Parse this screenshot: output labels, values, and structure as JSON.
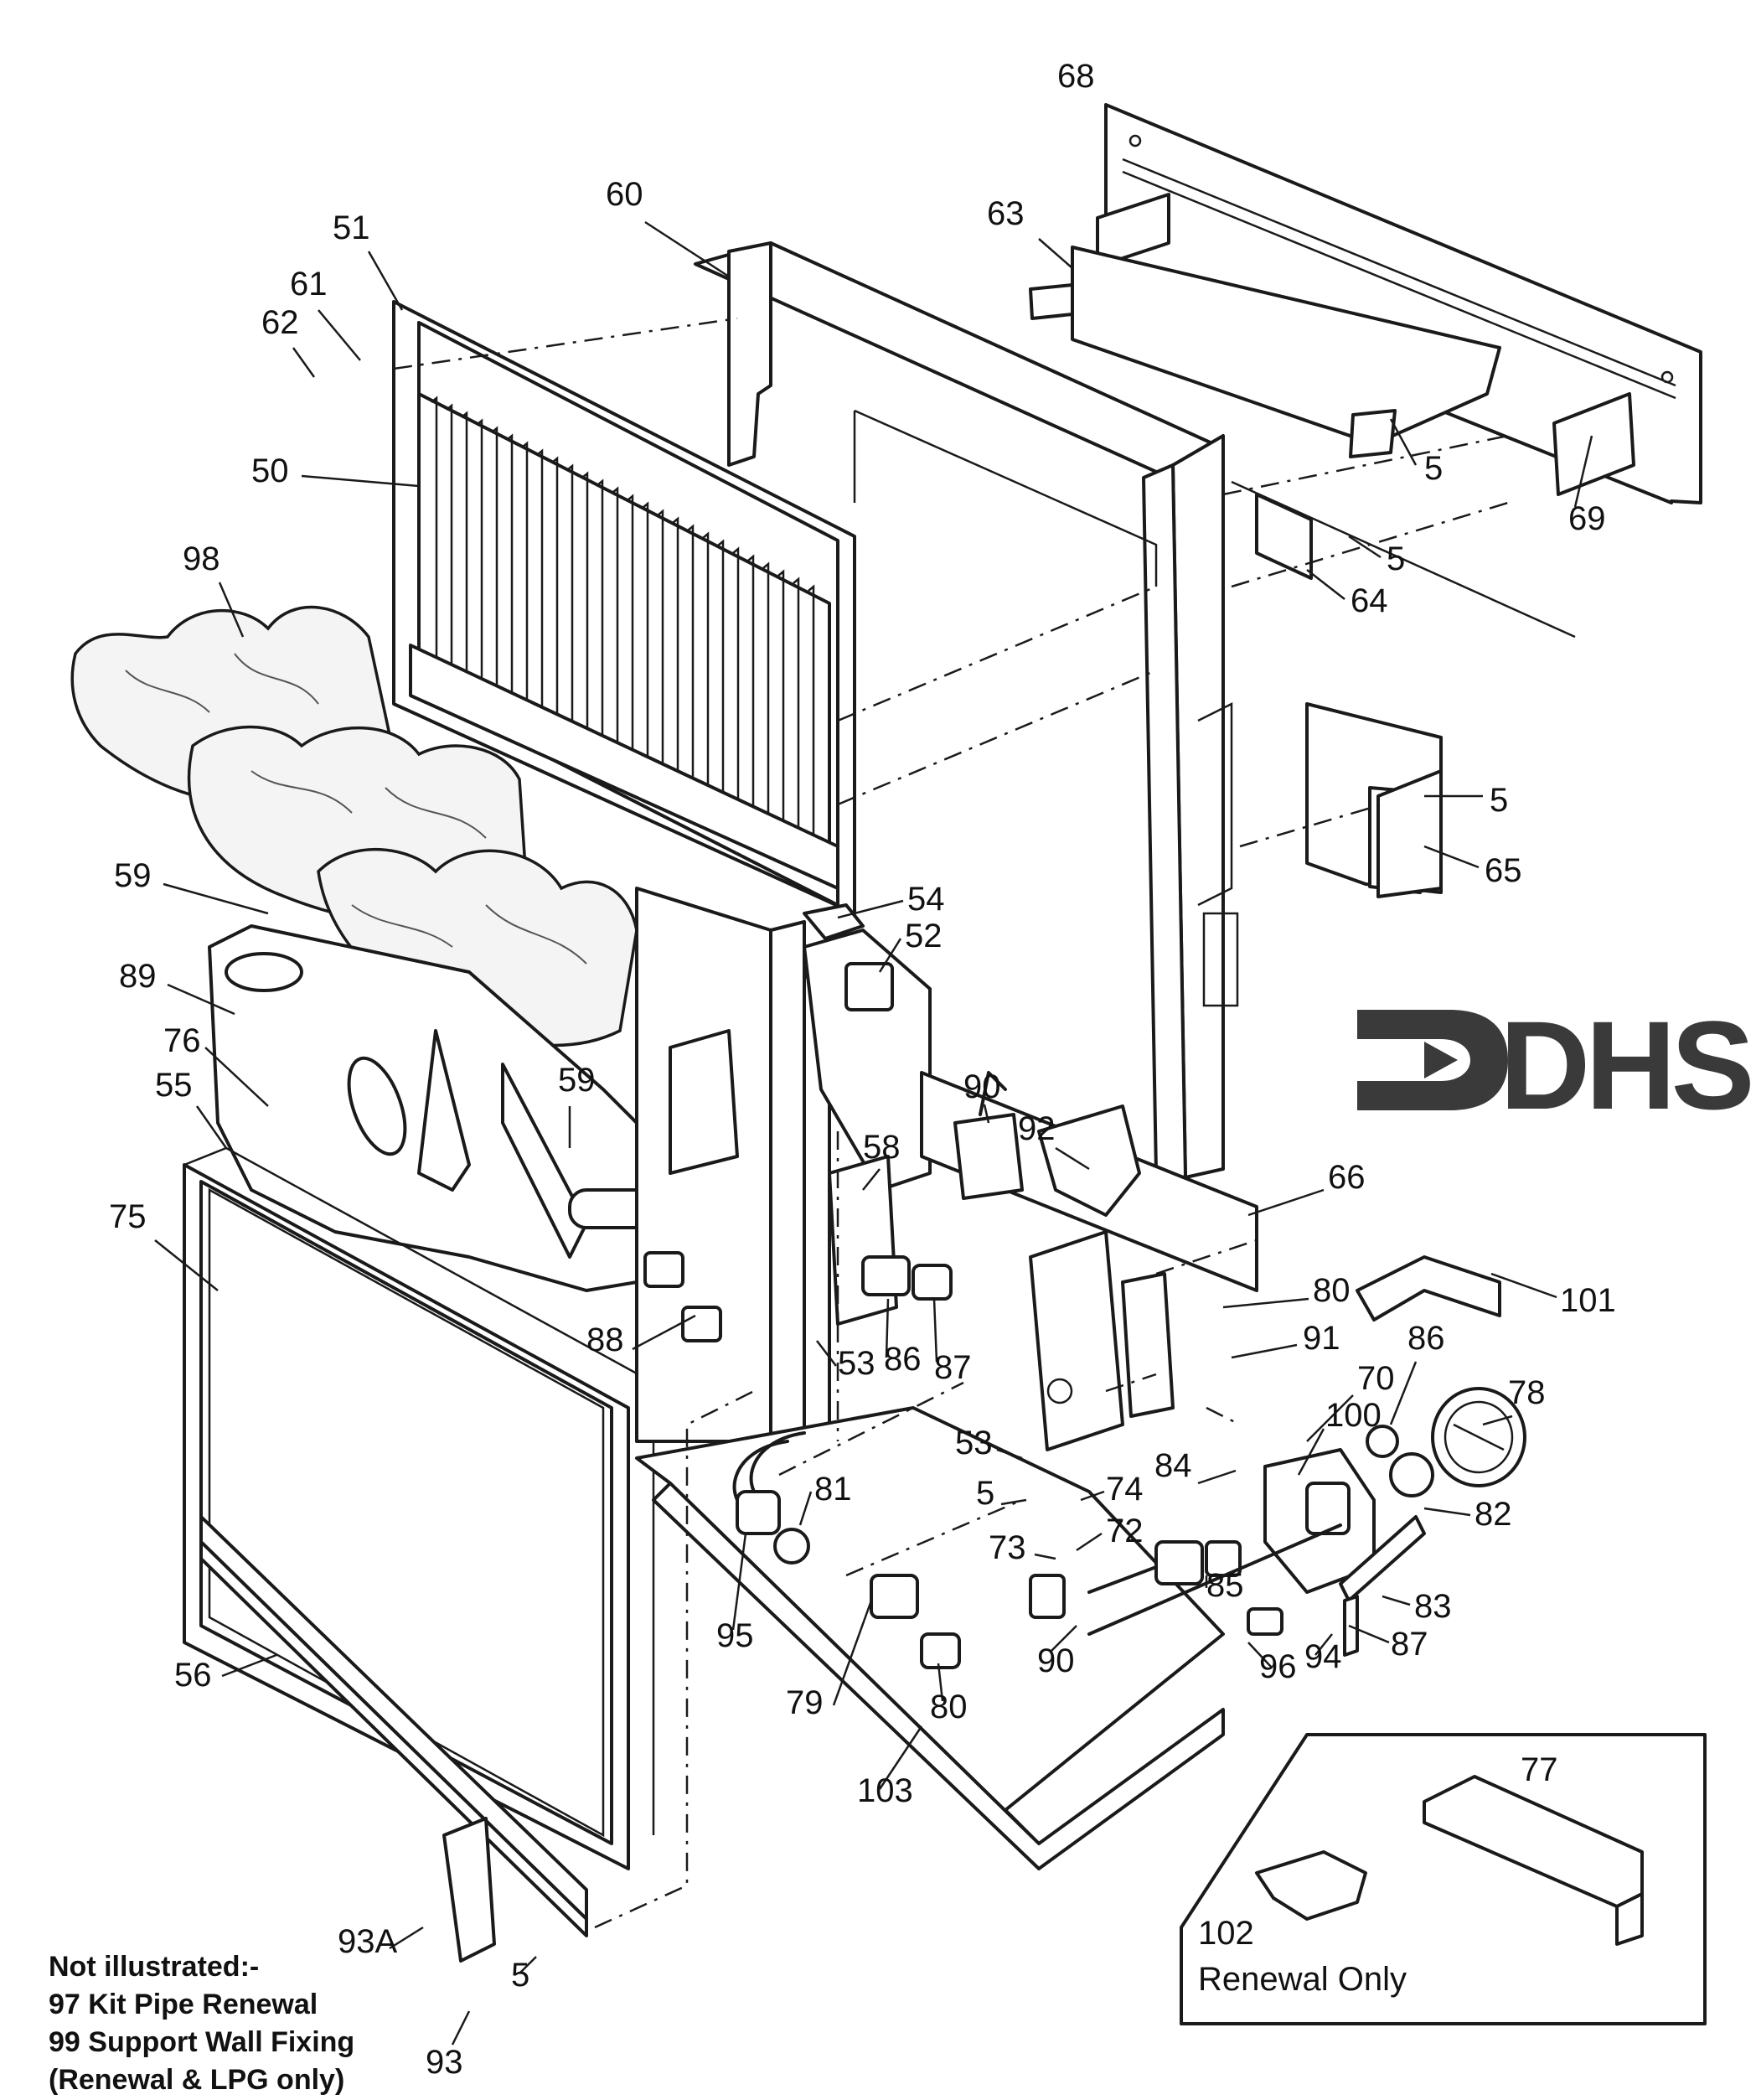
{
  "callouts": [
    {
      "id": "c68",
      "label": "68"
    },
    {
      "id": "c63",
      "label": "63"
    },
    {
      "id": "c60",
      "label": "60"
    },
    {
      "id": "c51",
      "label": "51"
    },
    {
      "id": "c61",
      "label": "61"
    },
    {
      "id": "c62",
      "label": "62"
    },
    {
      "id": "c50",
      "label": "50"
    },
    {
      "id": "c5a",
      "label": "5"
    },
    {
      "id": "c69",
      "label": "69"
    },
    {
      "id": "c5b",
      "label": "5"
    },
    {
      "id": "c64",
      "label": "64"
    },
    {
      "id": "c98",
      "label": "98"
    },
    {
      "id": "c5c",
      "label": "5"
    },
    {
      "id": "c65",
      "label": "65"
    },
    {
      "id": "c59a",
      "label": "59"
    },
    {
      "id": "c54",
      "label": "54"
    },
    {
      "id": "c52",
      "label": "52"
    },
    {
      "id": "c89",
      "label": "89"
    },
    {
      "id": "c76",
      "label": "76"
    },
    {
      "id": "c55",
      "label": "55"
    },
    {
      "id": "c59b",
      "label": "59"
    },
    {
      "id": "c90a",
      "label": "90"
    },
    {
      "id": "c92",
      "label": "92"
    },
    {
      "id": "c75",
      "label": "75"
    },
    {
      "id": "c58",
      "label": "58"
    },
    {
      "id": "c66",
      "label": "66"
    },
    {
      "id": "c80a",
      "label": "80"
    },
    {
      "id": "c101",
      "label": "101"
    },
    {
      "id": "c88",
      "label": "88"
    },
    {
      "id": "c53a",
      "label": "53"
    },
    {
      "id": "c86a",
      "label": "86"
    },
    {
      "id": "c87a",
      "label": "87"
    },
    {
      "id": "c91",
      "label": "91"
    },
    {
      "id": "c86b",
      "label": "86"
    },
    {
      "id": "c70",
      "label": "70"
    },
    {
      "id": "c78",
      "label": "78"
    },
    {
      "id": "c100",
      "label": "100"
    },
    {
      "id": "c53b",
      "label": "53"
    },
    {
      "id": "c84",
      "label": "84"
    },
    {
      "id": "c81",
      "label": "81"
    },
    {
      "id": "c5d",
      "label": "5"
    },
    {
      "id": "c74",
      "label": "74"
    },
    {
      "id": "c82",
      "label": "82"
    },
    {
      "id": "c72",
      "label": "72"
    },
    {
      "id": "c73",
      "label": "73"
    },
    {
      "id": "c85",
      "label": "85"
    },
    {
      "id": "c95",
      "label": "95"
    },
    {
      "id": "c83",
      "label": "83"
    },
    {
      "id": "c90b",
      "label": "90"
    },
    {
      "id": "c96",
      "label": "96"
    },
    {
      "id": "c94",
      "label": "94"
    },
    {
      "id": "c87b",
      "label": "87"
    },
    {
      "id": "c56",
      "label": "56"
    },
    {
      "id": "c79",
      "label": "79"
    },
    {
      "id": "c80b",
      "label": "80"
    },
    {
      "id": "c77",
      "label": "77"
    },
    {
      "id": "c103",
      "label": "103"
    },
    {
      "id": "c102",
      "label": "102"
    },
    {
      "id": "c93a",
      "label": "93A"
    },
    {
      "id": "c5e",
      "label": "5"
    },
    {
      "id": "c93",
      "label": "93"
    }
  ],
  "renewal_box": {
    "label": "Renewal Only"
  },
  "logo": {
    "text": "DHS"
  },
  "notes": {
    "heading": "Not illustrated:-",
    "lines": [
      "97 Kit Pipe Renewal",
      "99 Support Wall Fixing",
      "(Renewal & LPG only)"
    ]
  }
}
